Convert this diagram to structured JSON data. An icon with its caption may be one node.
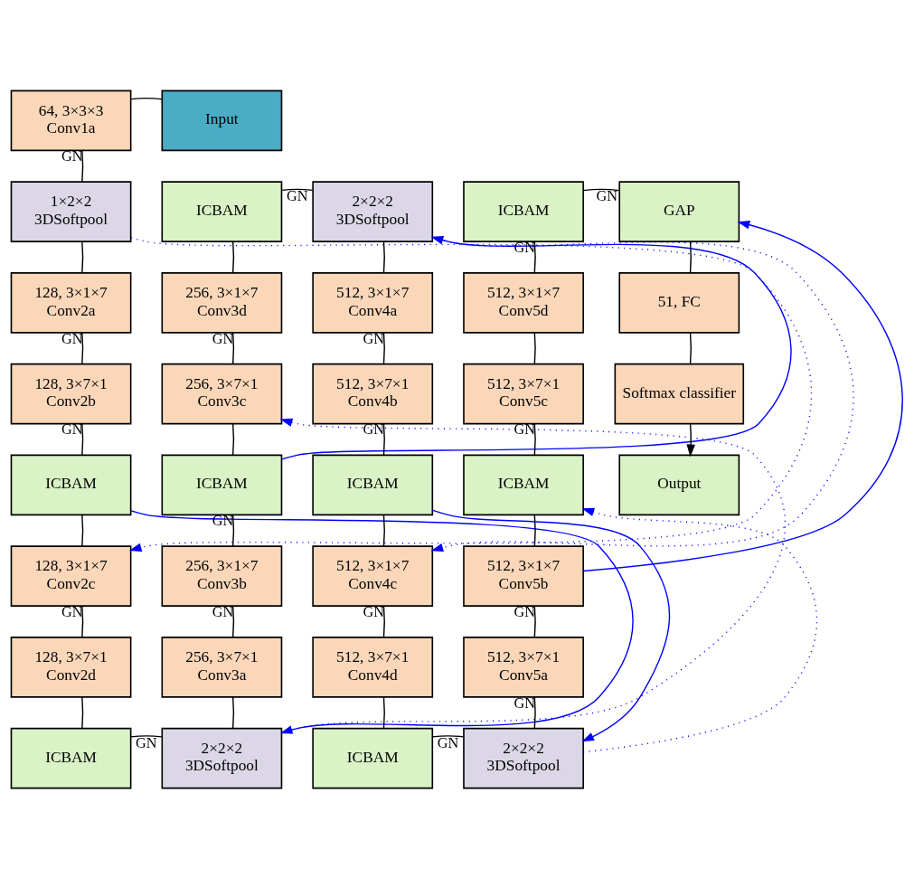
{
  "diagram": {
    "nodes": [
      {
        "text": [
          "64, 3×3×3",
          "Conv1a"
        ]
      },
      {
        "text": [
          "Input"
        ]
      },
      {
        "text": [
          "1×2×2",
          "3DSoftpool"
        ]
      },
      {
        "text": [
          "128, 3×1×7",
          "Conv2a"
        ]
      },
      {
        "text": [
          "128, 3×7×1",
          "Conv2b"
        ]
      },
      {
        "text": [
          "ICBAM"
        ]
      },
      {
        "text": [
          "128, 3×1×7",
          "Conv2c"
        ]
      },
      {
        "text": [
          "128, 3×7×1",
          "Conv2d"
        ]
      },
      {
        "text": [
          "ICBAM"
        ]
      },
      {
        "text": [
          "2×2×2",
          "3DSoftpool"
        ]
      },
      {
        "text": [
          "256, 3×7×1",
          "Conv3a"
        ]
      },
      {
        "text": [
          "256, 3×1×7",
          "Conv3b"
        ]
      },
      {
        "text": [
          "ICBAM"
        ]
      },
      {
        "text": [
          "256, 3×7×1",
          "Conv3c"
        ]
      },
      {
        "text": [
          "256, 3×1×7",
          "Conv3d"
        ]
      },
      {
        "text": [
          "ICBAM"
        ]
      },
      {
        "text": [
          "2×2×2",
          "3DSoftpool"
        ]
      },
      {
        "text": [
          "512, 3×1×7",
          "Conv4a"
        ]
      },
      {
        "text": [
          "512, 3×7×1",
          "Conv4b"
        ]
      },
      {
        "text": [
          "ICBAM"
        ]
      },
      {
        "text": [
          "512, 3×1×7",
          "Conv4c"
        ]
      },
      {
        "text": [
          "512, 3×7×1",
          "Conv4d"
        ]
      },
      {
        "text": [
          "ICBAM"
        ]
      },
      {
        "text": [
          "2×2×2",
          "3DSoftpool"
        ]
      },
      {
        "text": [
          "512, 3×7×1",
          "Conv5a"
        ]
      },
      {
        "text": [
          "512, 3×1×7",
          "Conv5b"
        ]
      },
      {
        "text": [
          "ICBAM"
        ]
      },
      {
        "text": [
          "512, 3×7×1",
          "Conv5c"
        ]
      },
      {
        "text": [
          "512, 3×1×7",
          "Conv5d"
        ]
      },
      {
        "text": [
          "ICBAM"
        ]
      },
      {
        "text": [
          "GAP"
        ]
      },
      {
        "text": [
          "51, FC"
        ]
      },
      {
        "text": [
          "Softmax classifier"
        ]
      },
      {
        "text": [
          "Output"
        ]
      }
    ],
    "edges": [
      {
        "from": 0,
        "to": 1,
        "arrow": "none"
      },
      {
        "from": 0,
        "to": 2,
        "arrow": "none",
        "label": "GN"
      },
      {
        "from": 2,
        "to": 3,
        "arrow": "none"
      },
      {
        "from": 3,
        "to": 4,
        "arrow": "none",
        "label": "GN"
      },
      {
        "from": 4,
        "to": 5,
        "arrow": "none",
        "label": "GN"
      },
      {
        "from": 5,
        "to": 6,
        "arrow": "none"
      },
      {
        "from": 6,
        "to": 7,
        "arrow": "none",
        "label": "GN"
      },
      {
        "from": 7,
        "to": 8,
        "arrow": "none"
      },
      {
        "from": 8,
        "to": 9,
        "arrow": "none",
        "label": "GN"
      },
      {
        "from": 9,
        "to": 10,
        "arrow": "none"
      },
      {
        "from": 10,
        "to": 11,
        "arrow": "none",
        "label": "GN"
      },
      {
        "from": 11,
        "to": 12,
        "arrow": "none",
        "label": "GN"
      },
      {
        "from": 12,
        "to": 13,
        "arrow": "none"
      },
      {
        "from": 13,
        "to": 14,
        "arrow": "none",
        "label": "GN"
      },
      {
        "from": 14,
        "to": 15,
        "arrow": "none"
      },
      {
        "from": 15,
        "to": 16,
        "arrow": "none",
        "label": "GN"
      },
      {
        "from": 16,
        "to": 17,
        "arrow": "none"
      },
      {
        "from": 17,
        "to": 18,
        "arrow": "none",
        "label": "GN"
      },
      {
        "from": 18,
        "to": 19,
        "arrow": "none",
        "label": "GN"
      },
      {
        "from": 19,
        "to": 20,
        "arrow": "none"
      },
      {
        "from": 20,
        "to": 21,
        "arrow": "none",
        "label": "GN"
      },
      {
        "from": 21,
        "to": 22,
        "arrow": "none"
      },
      {
        "from": 22,
        "to": 23,
        "arrow": "none",
        "label": "GN"
      },
      {
        "from": 23,
        "to": 24,
        "arrow": "none",
        "label": "GN"
      },
      {
        "from": 24,
        "to": 25,
        "arrow": "none",
        "label": "GN"
      },
      {
        "from": 25,
        "to": 26,
        "arrow": "none"
      },
      {
        "from": 26,
        "to": 27,
        "arrow": "none",
        "label": "GN"
      },
      {
        "from": 27,
        "to": 28,
        "arrow": "none"
      },
      {
        "from": 28,
        "to": 29,
        "arrow": "none",
        "label": "GN"
      },
      {
        "from": 29,
        "to": 30,
        "arrow": "none",
        "label": "GN"
      },
      {
        "from": 30,
        "to": 31,
        "arrow": "none"
      },
      {
        "from": 31,
        "to": 32,
        "arrow": "none"
      },
      {
        "from": 32,
        "to": 33,
        "arrow": "to"
      },
      {
        "from": 2,
        "to": 6,
        "arrow": "to",
        "style": "dashed",
        "color": "#0000ff"
      },
      {
        "from": 5,
        "to": 9,
        "arrow": "to",
        "color": "#0000ff"
      },
      {
        "from": 9,
        "to": 13,
        "arrow": "to",
        "style": "dashed",
        "color": "#0000ff"
      },
      {
        "from": 12,
        "to": 16,
        "arrow": "to",
        "color": "#0000ff"
      },
      {
        "from": 16,
        "to": 20,
        "arrow": "to",
        "style": "dashed",
        "color": "#0000ff"
      },
      {
        "from": 19,
        "to": 23,
        "arrow": "to",
        "color": "#0000ff"
      },
      {
        "from": 23,
        "to": 26,
        "arrow": "to",
        "style": "dashed",
        "color": "#0000ff"
      },
      {
        "from": 25,
        "to": 30,
        "arrow": "to",
        "color": "#0000ff"
      }
    ]
  }
}
